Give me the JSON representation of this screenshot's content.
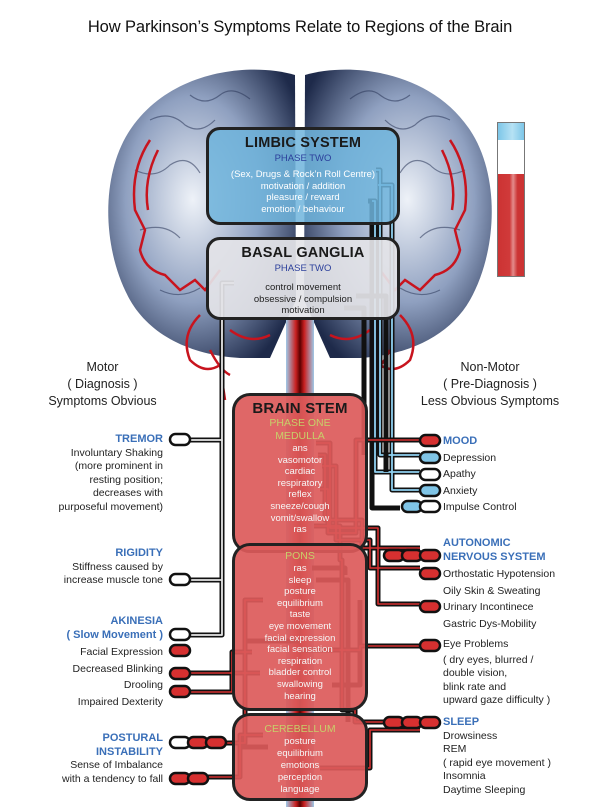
{
  "title": "How Parkinson’s Symptoms Relate to Regions of the Brain",
  "colors": {
    "limbic": "#6eb4dc",
    "basal": "#e4e4e8",
    "stem": "#dc5a5a",
    "phase_two": "#2b3f9b",
    "phase_one": "#c8cf6a",
    "header_blue": "#3a6fb8",
    "connector_red": "#d63030",
    "connector_blue": "#7fc4e6"
  },
  "progress_tube": {
    "blue_fraction": 0.11,
    "white_fraction": 0.22,
    "red_fraction": 0.67
  },
  "regions": {
    "limbic": {
      "title": "LIMBIC SYSTEM",
      "phase": "PHASE TWO",
      "subtitle": "(Sex, Drugs & Rock’n Roll Centre)",
      "items": [
        "motivation / addition",
        "pleasure / reward",
        "emotion / behaviour"
      ]
    },
    "basal": {
      "title": "BASAL GANGLIA",
      "phase": "PHASE TWO",
      "items": [
        "control movement",
        "obsessive / compulsion",
        "motivation"
      ]
    },
    "stem": {
      "title": "BRAIN STEM",
      "phase": "PHASE ONE",
      "section": "MEDULLA",
      "items": [
        "ans",
        "vasomotor",
        "cardiac",
        "respiratory",
        "reflex",
        "sneeze/cough",
        "vomit/swallow",
        "ras"
      ]
    },
    "pons": {
      "section": "PONS",
      "items": [
        "ras",
        "sleep",
        "posture",
        "equilibrium",
        "taste",
        "eye movement",
        "facial expression",
        "facial sensation",
        "respiration",
        "bladder control",
        "swallowing",
        "hearing"
      ]
    },
    "cerebellum": {
      "section": "CEREBELLUM",
      "items": [
        "posture",
        "equilibrium",
        "emotions",
        "perception",
        "language"
      ]
    }
  },
  "motor": {
    "heading": [
      "Motor",
      "( Diagnosis )",
      "Symptoms Obvious"
    ],
    "tremor": {
      "title": "TREMOR",
      "lines": [
        "Involuntary Shaking",
        "(more prominent in",
        "resting position;",
        "decreases with",
        "purposeful movement)"
      ]
    },
    "rigidity": {
      "title": "RIGIDITY",
      "lines": [
        "Stiffness caused by",
        "increase muscle tone"
      ]
    },
    "akinesia": {
      "title": "AKINESIA",
      "subtitle": "( Slow Movement )",
      "items": [
        "Facial Expression",
        "Decreased Blinking",
        "Drooling",
        "Impaired Dexterity"
      ]
    },
    "postural": {
      "title_1": "POSTURAL",
      "title_2": "INSTABILITY",
      "lines": [
        "Sense of Imbalance",
        "with a tendency to fall"
      ]
    }
  },
  "nonmotor": {
    "heading": [
      "Non-Motor",
      "( Pre-Diagnosis )",
      "Less Obvious Symptoms"
    ],
    "mood": {
      "title": "MOOD",
      "items": [
        "Depression",
        "Apathy",
        "Anxiety",
        "Impulse Control"
      ]
    },
    "autonomic": {
      "title_1": "AUTONOMIC",
      "title_2": "NERVOUS SYSTEM",
      "items": [
        "Orthostatic Hypotension",
        "Oily Skin & Sweating",
        "Urinary Incontinece",
        "Gastric Dys-Mobility"
      ]
    },
    "eye": {
      "lines": [
        "Eye Problems",
        "( dry eyes, blurred /",
        "double vision,",
        "blink rate and",
        "upward gaze difficulty )"
      ]
    },
    "sleep": {
      "title": "SLEEP",
      "items": [
        "Drowsiness",
        "REM",
        "( rapid eye movement )",
        "Insomnia",
        "Daytime Sleeping"
      ]
    }
  }
}
